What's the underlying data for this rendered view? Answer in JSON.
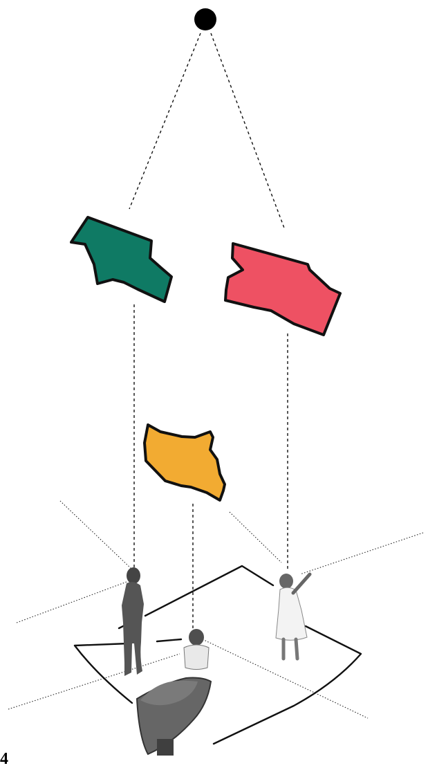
{
  "figure": {
    "caption_number": "4"
  },
  "colors": {
    "apex_point": "#000000",
    "green_region": "#0f7a64",
    "red_region": "#ee5163",
    "orange_region": "#f2ab32",
    "outline": "#111111",
    "people": "#555555",
    "white_dress": "#f3f3f3"
  },
  "elements": {
    "apex": "dot",
    "regions": [
      "green-region",
      "red-region",
      "orange-region"
    ],
    "people": [
      "woman-standing",
      "man-with-wheelbarrow",
      "girl-pointing"
    ]
  }
}
